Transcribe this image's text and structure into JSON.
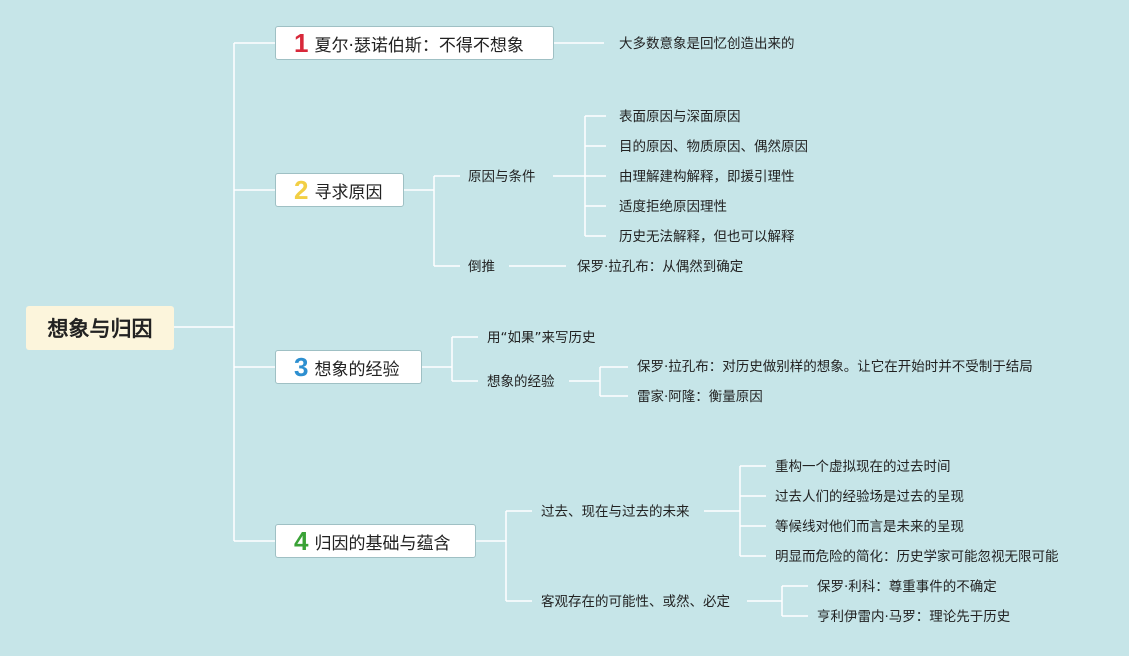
{
  "root": "想象与归因",
  "colors": {
    "background": "#c6e5e8",
    "root_fill": "#fcf5dc",
    "line": "#ffffff",
    "num1": "#d8283a",
    "num2": "#f2cf45",
    "num3": "#2d8fd0",
    "num4": "#3aa236"
  },
  "topics": [
    {
      "num": "1",
      "label": "夏尔·瑟诺伯斯：不得不想象"
    },
    {
      "num": "2",
      "label": "寻求原因"
    },
    {
      "num": "3",
      "label": "想象的经验"
    },
    {
      "num": "4",
      "label": "归因的基础与蕴含"
    }
  ],
  "nodes": {
    "t1_c1": "大多数意象是回忆创造出来的",
    "t2_c1": "原因与条件",
    "t2_c1_1": "表面原因与深面原因",
    "t2_c1_2": "目的原因、物质原因、偶然原因",
    "t2_c1_3": "由理解建构解释，即援引理性",
    "t2_c1_4": "适度拒绝原因理性",
    "t2_c1_5": "历史无法解释，但也可以解释",
    "t2_c2": "倒推",
    "t2_c2_1": "保罗·拉孔布：从偶然到确定",
    "t3_c1": "用“如果”来写历史",
    "t3_c2": "想象的经验",
    "t3_c2_1": "保罗·拉孔布：对历史做别样的想象。让它在开始时并不受制于结局",
    "t3_c2_2": "雷家·阿隆：衡量原因",
    "t4_c1": "过去、现在与过去的未来",
    "t4_c1_1": "重构一个虚拟现在的过去时间",
    "t4_c1_2": "过去人们的经验场是过去的呈现",
    "t4_c1_3": "等候线对他们而言是未来的呈现",
    "t4_c1_4": "明显而危险的简化：历史学家可能忽视无限可能",
    "t4_c2": "客观存在的可能性、或然、必定",
    "t4_c2_1": "保罗·利科：尊重事件的不确定",
    "t4_c2_2": "亨利伊雷内·马罗：理论先于历史"
  }
}
